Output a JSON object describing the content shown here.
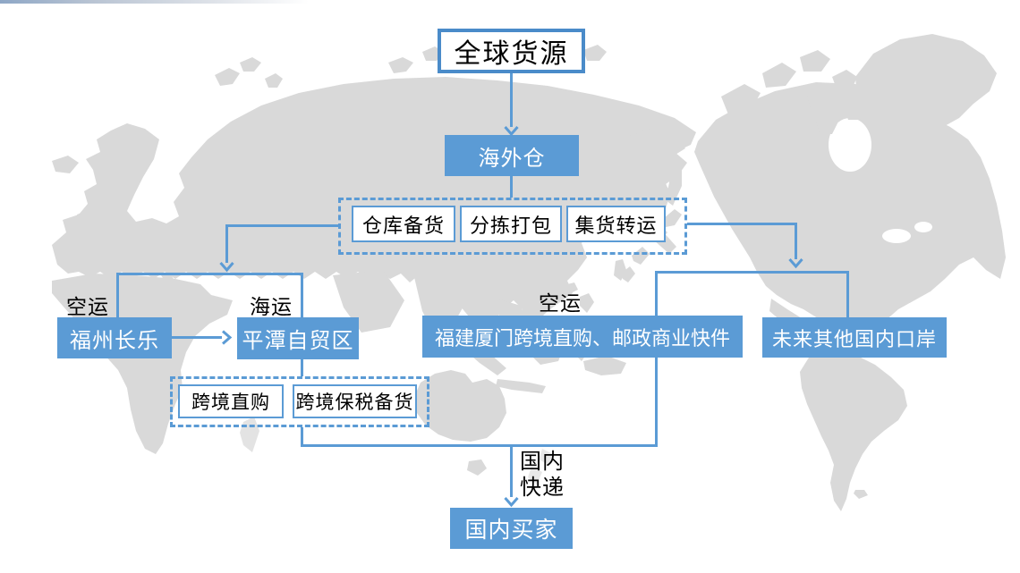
{
  "colors": {
    "accent_blue": "#5B9BD5",
    "top_box_border": "#4A8BC9",
    "map_gray": "#D9D9D9",
    "text_black": "#000000",
    "text_white": "#FFFFFF"
  },
  "nodes": {
    "global_source": {
      "label": "全球货源"
    },
    "overseas_warehouse": {
      "label": "海外仓"
    },
    "warehouse_steps": [
      {
        "label": "仓库备货"
      },
      {
        "label": "分拣打包"
      },
      {
        "label": "集货转运"
      }
    ],
    "fuzhou_changle": {
      "label": "福州长乐"
    },
    "pingtan_ftz": {
      "label": "平潭自贸区"
    },
    "xiamen_channel": {
      "label": "福建厦门跨境直购、邮政商业快件"
    },
    "future_ports": {
      "label": "未来其他国内口岸"
    },
    "crossborder_modes": [
      {
        "label": "跨境直购"
      },
      {
        "label": "跨境保税备货"
      }
    ],
    "domestic_buyer": {
      "label": "国内买家"
    }
  },
  "edge_labels": {
    "air_left": "空运",
    "sea_left": "海运",
    "air_mid": "空运",
    "domestic_express_line1": "国内",
    "domestic_express_line2": "快递"
  }
}
